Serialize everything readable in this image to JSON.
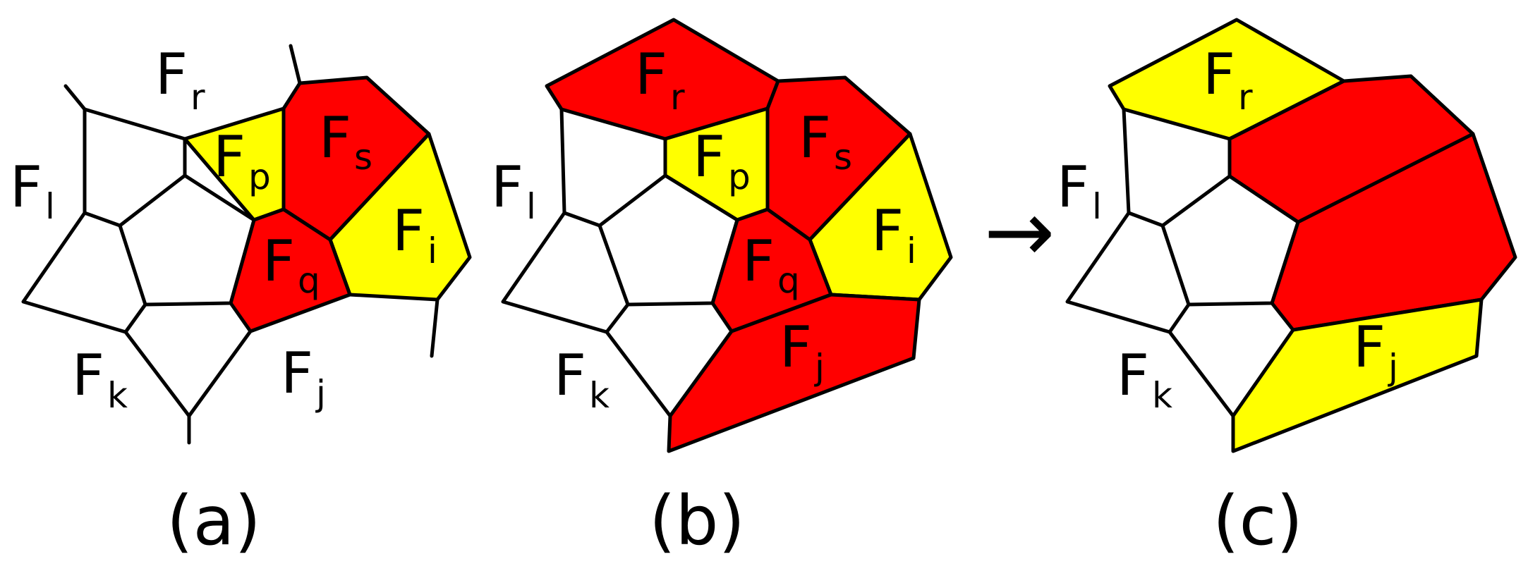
{
  "colors": {
    "red": "#ff0000",
    "yellow": "#ffff00",
    "white": "#ffffff",
    "stroke": "#000000"
  },
  "panels": [
    {
      "caption": "(a)",
      "labels": [
        {
          "main": "F",
          "sub": "r"
        },
        {
          "main": "F",
          "sub": "l"
        },
        {
          "main": "F",
          "sub": "p"
        },
        {
          "main": "F",
          "sub": "s"
        },
        {
          "main": "F",
          "sub": "i"
        },
        {
          "main": "F",
          "sub": "q"
        },
        {
          "main": "F",
          "sub": "k"
        },
        {
          "main": "F",
          "sub": "j"
        }
      ]
    },
    {
      "caption": "(b)",
      "labels": [
        {
          "main": "F",
          "sub": "r"
        },
        {
          "main": "F",
          "sub": "l"
        },
        {
          "main": "F",
          "sub": "p"
        },
        {
          "main": "F",
          "sub": "s"
        },
        {
          "main": "F",
          "sub": "i"
        },
        {
          "main": "F",
          "sub": "q"
        },
        {
          "main": "F",
          "sub": "k"
        },
        {
          "main": "F",
          "sub": "j"
        }
      ]
    },
    {
      "caption": "(c)",
      "labels": [
        {
          "main": "F",
          "sub": "r"
        },
        {
          "main": "F",
          "sub": "l"
        },
        {
          "main": "F",
          "sub": "k"
        },
        {
          "main": "F",
          "sub": "j"
        }
      ]
    }
  ],
  "arrow": {
    "glyph": "→"
  }
}
